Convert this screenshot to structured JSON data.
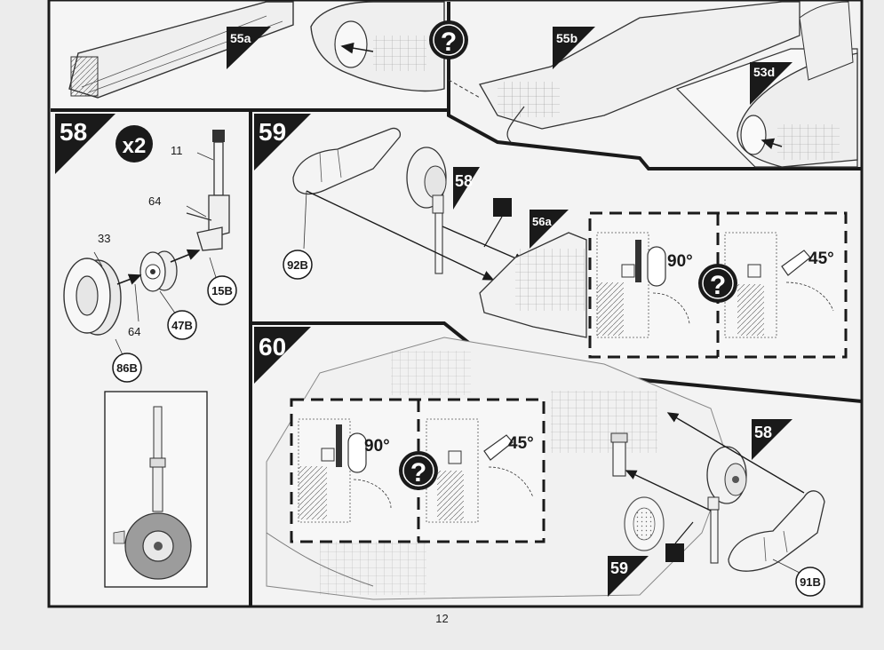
{
  "page_number": "12",
  "steps": {
    "s58": "58",
    "s59": "59",
    "s60": "60"
  },
  "multiplier": "x2",
  "callouts": {
    "c55a": "55a",
    "c55b": "55b",
    "c53d": "53d",
    "c56a": "56a",
    "ref58_a": "58",
    "ref58_b": "58",
    "ref59": "59"
  },
  "part_labels": {
    "p11": "11",
    "p64_top": "64",
    "p33": "33",
    "p64_bottom": "64",
    "p15B": "15B",
    "p47B": "47B",
    "p86B": "86B",
    "p92B": "92B",
    "p91B": "91B"
  },
  "angles": {
    "a59_90": "90°",
    "a59_45": "45°",
    "a60_90": "90°",
    "a60_45": "45°"
  },
  "question_icon_text": "?",
  "colors": {
    "ink": "#1a1a1a",
    "paper": "#ececec",
    "tire_fill": "#9c9c9c"
  }
}
